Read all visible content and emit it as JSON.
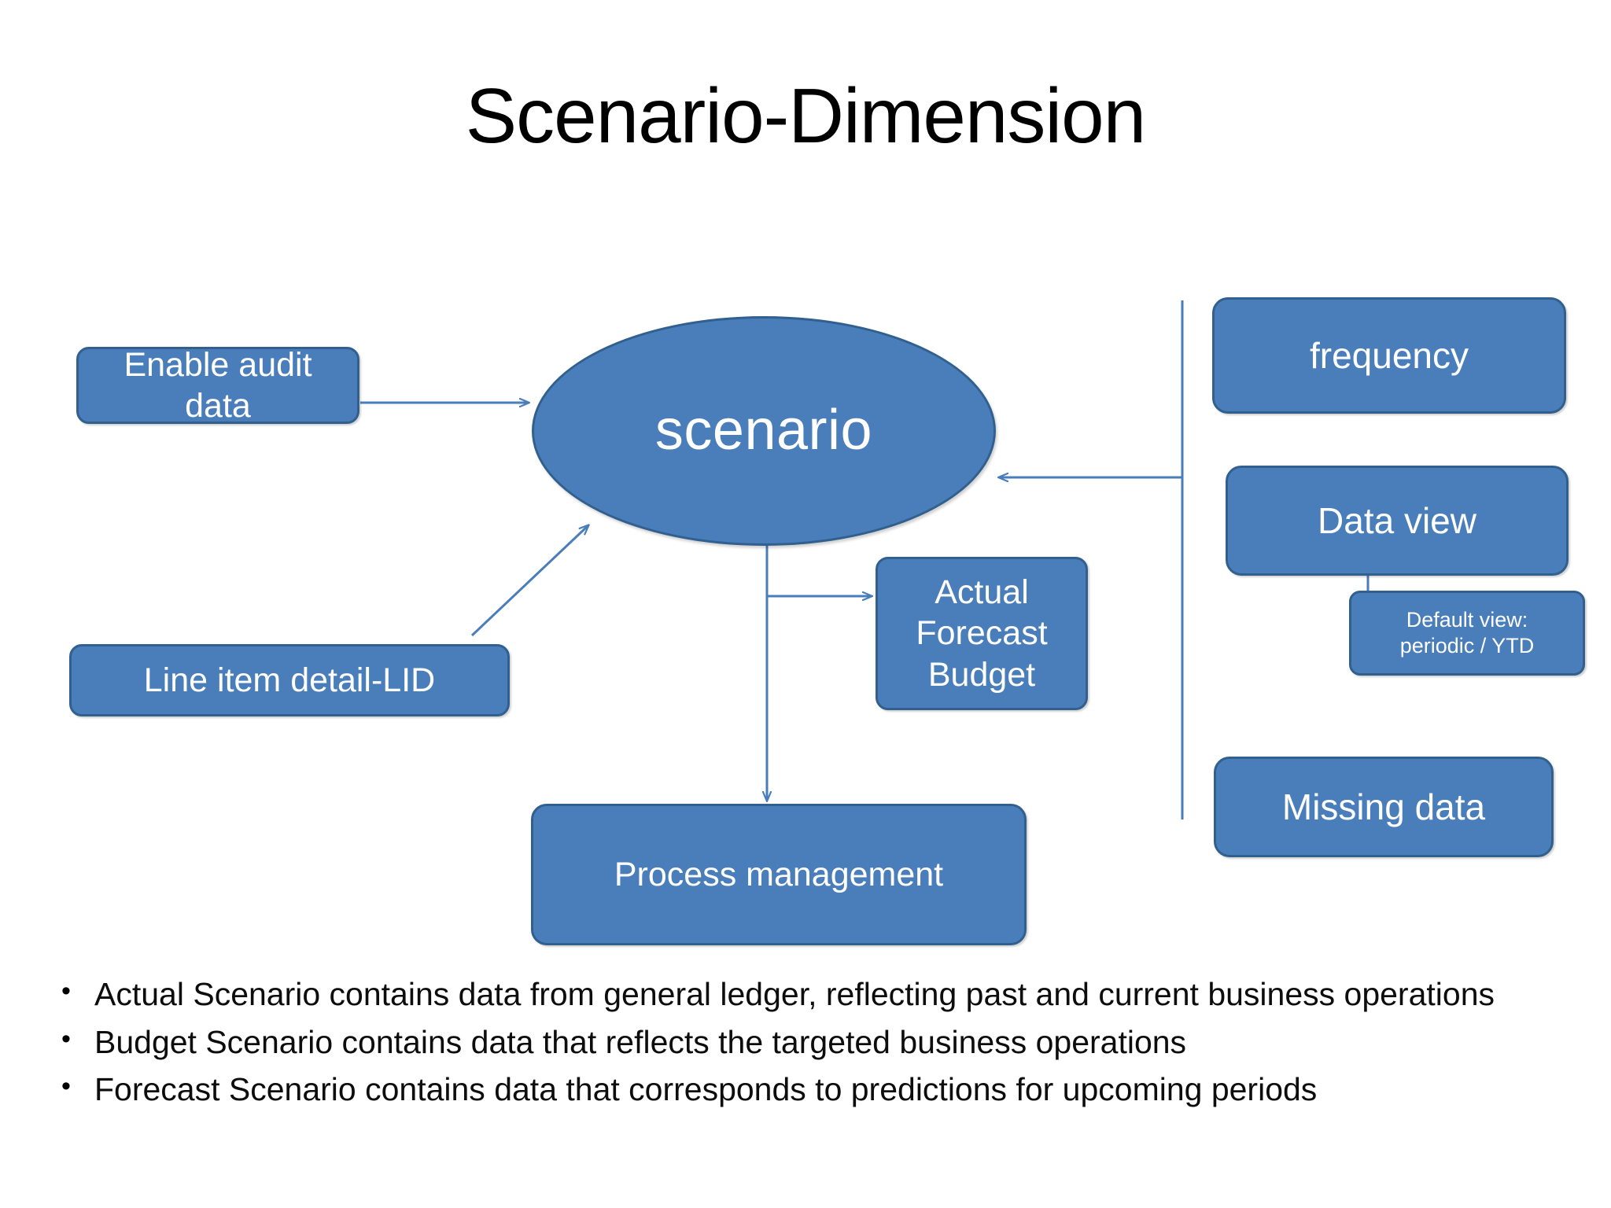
{
  "slide": {
    "title": "Scenario-Dimension",
    "background_color": "#ffffff"
  },
  "palette": {
    "node_fill": "#4a7ebb",
    "node_border": "#31608f",
    "node_text": "#ffffff",
    "connector": "#4a7ebb",
    "body_text": "#000000"
  },
  "diagram": {
    "center": {
      "label": "scenario",
      "shape": "ellipse"
    },
    "nodes": [
      {
        "id": "enable-audit-data",
        "lines": [
          "Enable audit",
          "data"
        ],
        "shape": "rounded-rect"
      },
      {
        "id": "line-item-detail",
        "lines": [
          "Line  item detail-LID"
        ],
        "shape": "rounded-rect"
      },
      {
        "id": "actual-forecast-budget",
        "lines": [
          "Actual",
          "Forecast",
          "Budget"
        ],
        "shape": "rounded-rect"
      },
      {
        "id": "process-management",
        "lines": [
          "Process management"
        ],
        "shape": "rounded-rect"
      },
      {
        "id": "frequency",
        "lines": [
          "frequency"
        ],
        "shape": "rounded-rect"
      },
      {
        "id": "data-view",
        "lines": [
          "Data view"
        ],
        "shape": "rounded-rect"
      },
      {
        "id": "default-view",
        "lines": [
          "Default view:",
          "periodic / YTD"
        ],
        "shape": "rounded-rect"
      },
      {
        "id": "missing-data",
        "lines": [
          "Missing data"
        ],
        "shape": "rounded-rect"
      }
    ],
    "connectors": [
      {
        "from": "enable-audit-data",
        "to": "scenario",
        "type": "arrow"
      },
      {
        "from": "line-item-detail",
        "to": "scenario",
        "type": "arrow"
      },
      {
        "from": "scenario",
        "to": "actual-forecast-budget",
        "type": "arrow"
      },
      {
        "from": "scenario",
        "to": "process-management",
        "type": "arrow"
      },
      {
        "from": "right-spine",
        "to": "scenario",
        "type": "arrow"
      },
      {
        "from": "data-view",
        "to": "default-view",
        "type": "line"
      }
    ]
  },
  "bullets": {
    "marker": "•",
    "items": [
      "Actual Scenario contains data from general ledger, reflecting past and current business operations",
      "Budget Scenario contains data that reflects the targeted business operations",
      "Forecast Scenario contains data that corresponds to predictions for upcoming periods"
    ]
  }
}
